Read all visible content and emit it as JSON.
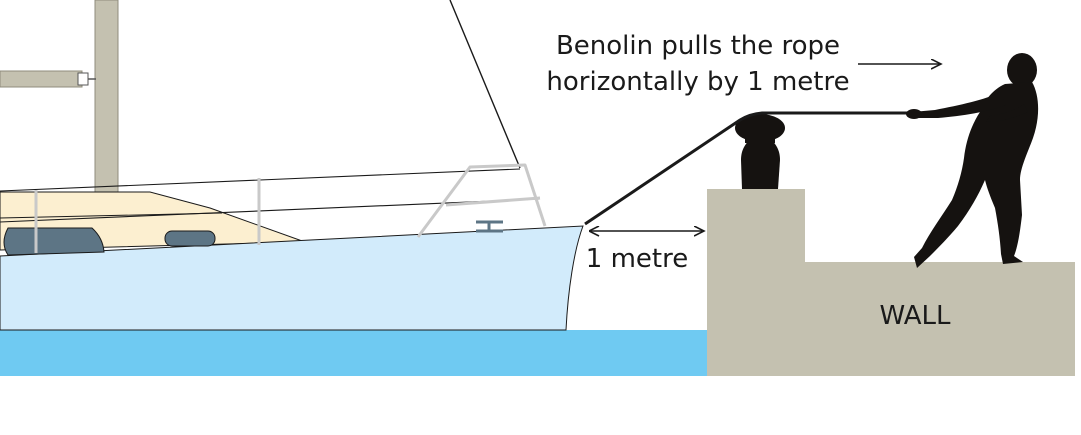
{
  "caption": {
    "line1": "Benolin pulls the rope",
    "line2": "horizontally by 1 metre"
  },
  "distance_label": "1 metre",
  "wall_label": "WALL",
  "colors": {
    "water": "#6fcaf2",
    "hull": "#d2ebfb",
    "deck": "#fcefd0",
    "window": "#5d7585",
    "wall": "#c4c1b0",
    "mast": "#c4c1b0",
    "rail": "#c9c9c9",
    "silhouette": "#151210",
    "line": "#1a1a1a"
  },
  "icons": {
    "person": "man-pulling-rope-silhouette",
    "bollard": "mooring-bollard"
  }
}
